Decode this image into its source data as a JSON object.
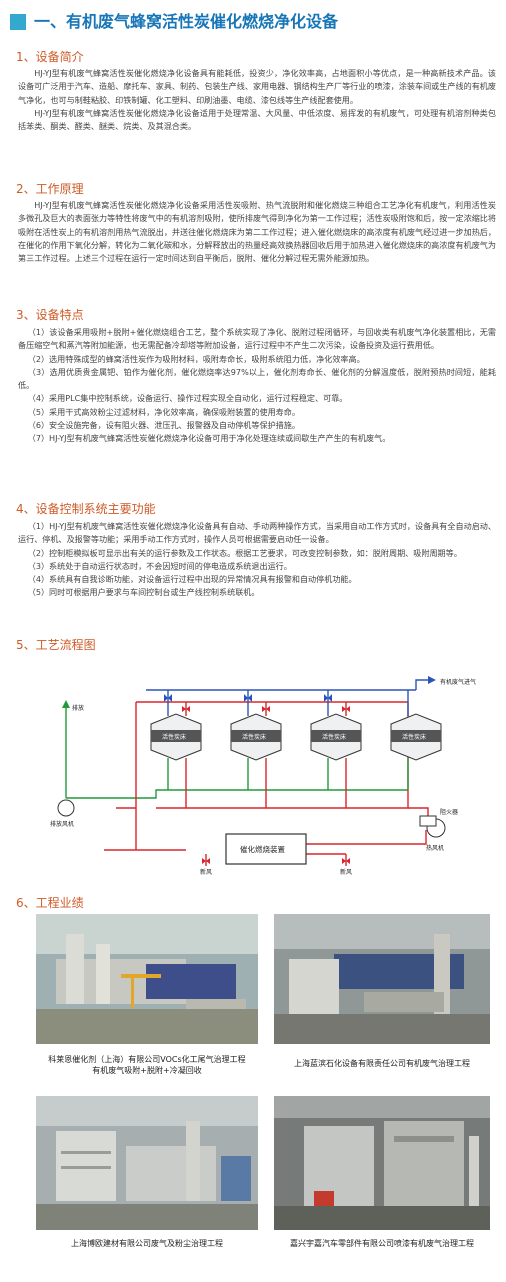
{
  "title": "一、有机废气蜂窝活性炭催化燃烧净化设备",
  "sections": {
    "s1": {
      "heading": "1、设备简介",
      "paras": [
        "HJ-YJ型有机废气蜂窝活性炭催化燃烧净化设备具有能耗低，投资少，净化效率高，占地面积小等优点，是一种高新技术产品。该设备可广泛用于汽车、造船、摩托车、家具、制药、包装生产线、家用电器、钢结构生产厂等行业的喷漆，涂装车间或生产线的有机废气净化，也可与制鞋粘胶、印铁制罐、化工塑料、印刷油墨、电缆、漆包线等生产线配套使用。",
        "HJ-YJ型有机废气蜂窝活性炭催化燃烧净化设备适用于处理常温、大风量、中低浓度、易挥发的有机废气，可处理有机溶剂种类包括苯类、酮类、醛类、醚类、烷类、及其混合类。"
      ]
    },
    "s2": {
      "heading": "2、工作原理",
      "paras": [
        "HJ-YJ型有机废气蜂窝活性炭催化燃烧净化设备采用活性炭吸附、热气流脱附和催化燃烧三种组合工艺净化有机废气，利用活性炭多微孔及巨大的表面张力等特性将废气中的有机溶剂吸附，使所排废气得到净化为第一工作过程；活性炭吸附饱和后，按一定浓缩比将吸附在活性炭上的有机溶剂用热气流脱出，并送往催化燃烧床为第二工作过程；进入催化燃烧床的高浓度有机废气经过进一步加热后，在催化的作用下氧化分解，转化为二氧化碳和水，分解释放出的热量经高效换热器回收后用于加热进入催化燃烧床的高浓度有机废气为第三工作过程。上述三个过程在运行一定时间达到自平衡后，脱附、催化分解过程无需外能源加热。"
      ]
    },
    "s3": {
      "heading": "3、设备特点",
      "items": [
        "（1）该设备采用吸附+脱附+催化燃烧组合工艺，整个系统实现了净化、脱附过程闭循环，与回收类有机废气净化装置相比，无需备压缩空气和蒸汽等附加能源，也无需配备冷却塔等附加设备，运行过程中不产生二次污染，设备投资及运行费用低。",
        "（2）选用特殊成型的蜂窝活性炭作为吸附材料，吸附寿命长，吸附系统阻力低，净化效率高。",
        "（3）选用优质贵金属钯、铂作为催化剂，催化燃烧率达97%以上，催化剂寿命长、催化剂的分解温度低，脱附预热时间短，能耗低。",
        "（4）采用PLC集中控制系统，设备运行、操作过程实现全自动化，运行过程稳定、可靠。",
        "（5）采用干式高效粉尘过滤材料，净化效率高，确保吸附装置的使用寿命。",
        "（6）安全设施完备，设有阻火器、泄压孔、报警器及自动停机等保护措施。",
        "（7）HJ-YJ型有机废气蜂窝活性炭催化燃烧净化设备可用于净化处理连续或间歇生产产生的有机废气。"
      ]
    },
    "s4": {
      "heading": "4、设备控制系统主要功能",
      "items": [
        "（1）HJ-YJ型有机废气蜂窝活性炭催化燃烧净化设备具有自动、手动两种操作方式，当采用自动工作方式时，设备具有全自动启动、运行、停机、及报警等功能；采用手动工作方式时，操作人员可根据需要启动任一设备。",
        "（2）控制柜模拟板可显示出有关的运行参数及工作状态。根据工艺要求，可改变控制参数，如：脱附周期、吸附周期等。",
        "（3）系统处于自动运行状态时，不会因短时间的停电造成系统退出运行。",
        "（4）系统具有自我诊断功能，对设备运行过程中出现的异常情况具有报警和自动停机功能。",
        "（5）同时可根据用户要求与车间控制台或生产线控制系统联机。"
      ]
    },
    "s5": {
      "heading": "5、工艺流程图",
      "labels": {
        "inlet": "有机废气进气",
        "exhaust": "排放",
        "exhaust_fan": "排放风机",
        "bed1": "活性炭床",
        "bed2": "活性炭床",
        "bed3": "活性炭床",
        "bed4": "活性炭床",
        "arrester": "阻火器",
        "catalytic": "催化燃烧装置",
        "hot_fan": "热风机",
        "fresh_air1": "新风",
        "fresh_air2": "新风"
      },
      "colors": {
        "red": "#d9262c",
        "blue": "#2a55b8",
        "green": "#1f9b3a"
      }
    },
    "s6": {
      "heading": "6、工程业绩",
      "photos": [
        {
          "caption": "科莱恩催化剂（上海）有限公司VOCs化工尾气治理工程\n有机废气吸附+脱附+冷凝回收"
        },
        {
          "caption": "上海蓝滨石化设备有限责任公司有机废气治理工程"
        },
        {
          "caption": "上海博欧建材有限公司废气及粉尘治理工程"
        },
        {
          "caption": "嘉兴宇嘉汽车零部件有限公司喷漆有机废气治理工程"
        }
      ]
    }
  }
}
